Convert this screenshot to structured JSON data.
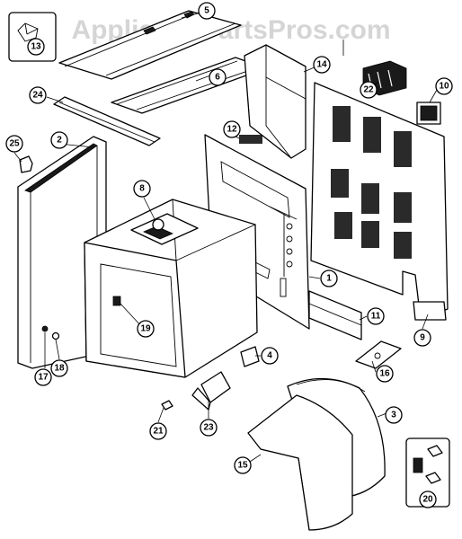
{
  "watermark": "AppliancePartsPros.com",
  "callouts": [
    {
      "key": "1",
      "label": "1"
    },
    {
      "key": "2",
      "label": "2"
    },
    {
      "key": "3",
      "label": "3"
    },
    {
      "key": "4",
      "label": "4"
    },
    {
      "key": "5",
      "label": "5"
    },
    {
      "key": "6",
      "label": "6"
    },
    {
      "key": "8",
      "label": "8"
    },
    {
      "key": "9",
      "label": "9"
    },
    {
      "key": "10",
      "label": "10"
    },
    {
      "key": "11",
      "label": "11"
    },
    {
      "key": "12",
      "label": "12"
    },
    {
      "key": "13",
      "label": "13"
    },
    {
      "key": "14",
      "label": "14"
    },
    {
      "key": "15",
      "label": "15"
    },
    {
      "key": "16",
      "label": "16"
    },
    {
      "key": "17",
      "label": "17"
    },
    {
      "key": "18",
      "label": "18"
    },
    {
      "key": "19",
      "label": "19"
    },
    {
      "key": "20",
      "label": "20"
    },
    {
      "key": "21",
      "label": "21"
    },
    {
      "key": "22",
      "label": "22"
    },
    {
      "key": "23",
      "label": "23"
    },
    {
      "key": "24",
      "label": "24"
    },
    {
      "key": "25",
      "label": "25"
    }
  ]
}
